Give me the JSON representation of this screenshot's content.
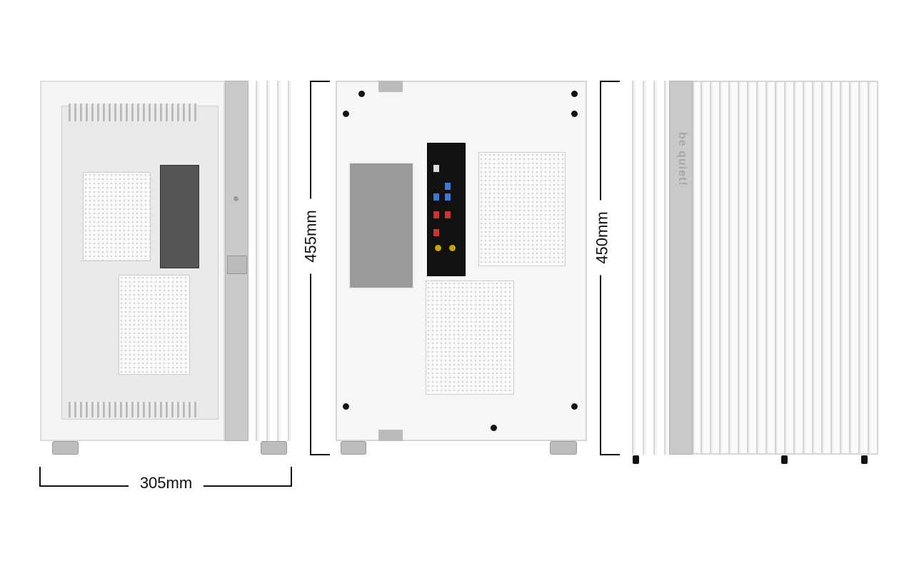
{
  "dimensions": {
    "width": "305mm",
    "height_back": "455mm",
    "height_side": "450mm"
  },
  "brand_logo": "be quiet!",
  "colors": {
    "case": "#f6f6f6",
    "accent_strip": "#c9c9c9",
    "io_shield": "#111111",
    "dimension_line": "#111111"
  }
}
